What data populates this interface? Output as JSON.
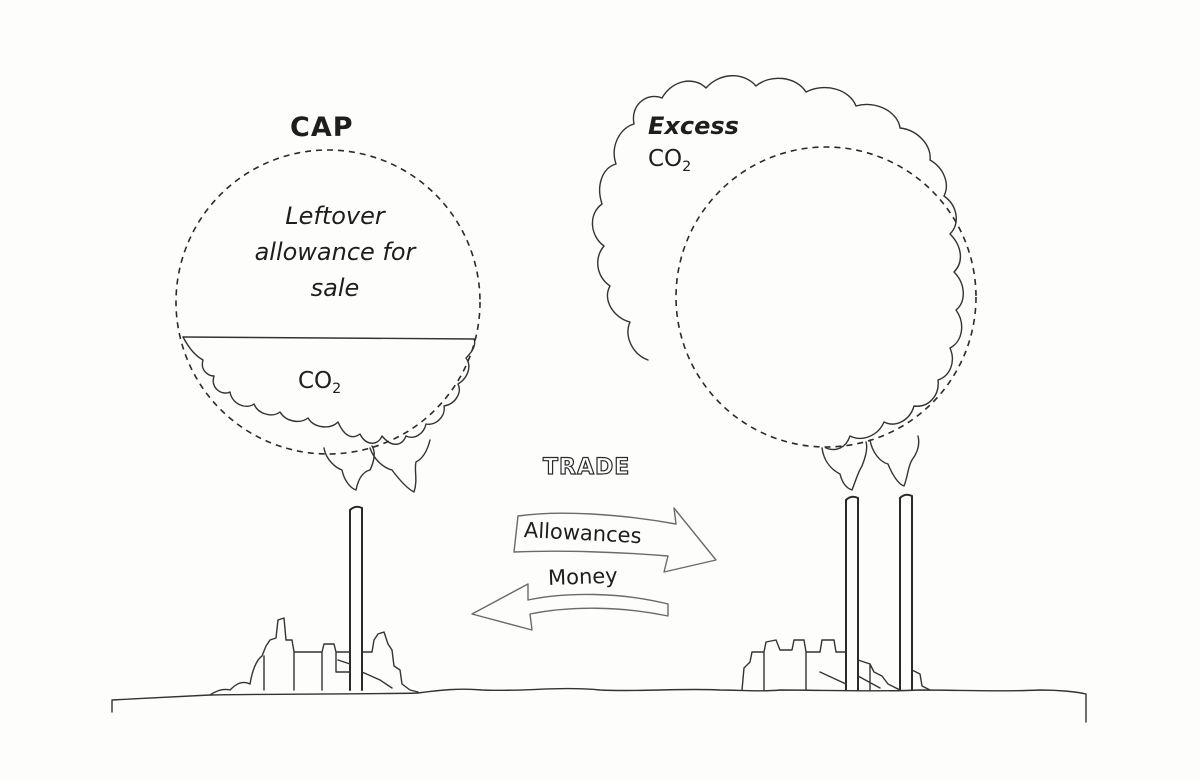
{
  "left_cloud": {
    "title": "CAP",
    "upper_label": "Leftover allowance for sale",
    "lower_label": "CO",
    "lower_label_sub": "2"
  },
  "right_cloud": {
    "title": "Excess",
    "label": "CO",
    "label_sub": "2"
  },
  "trade": {
    "title": "TRADE",
    "flow_right": "Allowances",
    "flow_left": "Money"
  }
}
